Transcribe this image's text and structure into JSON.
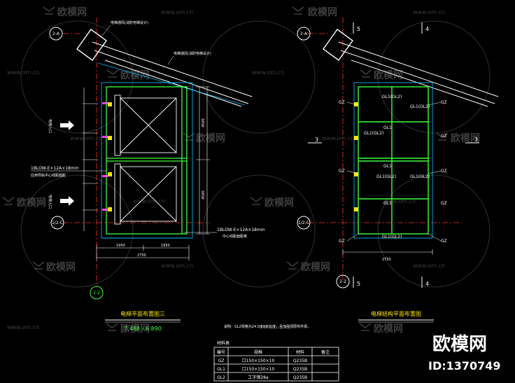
{
  "watermark": {
    "brand": "欧模网",
    "url": "www.om.cn",
    "site_id": "ID:1370749"
  },
  "left_plan": {
    "grid_top": "2-A",
    "grid_mid": "1/2-C",
    "grid_bottom": "2-2",
    "pipe_label_1": "电梯通风(消防电梯设计)",
    "pipe_label_2": "电梯通风(消防电梯设计)",
    "side_note_upper": "电梯入口",
    "side_note_lower": "电梯入口",
    "leader_note_1": "1BLOW-E×12A×18mm",
    "leader_note_1b": "应用导轨中心线距面距",
    "leader_note_2": "1BLOW-E×12A×18mm",
    "leader_note_2b": "中心线距面距离",
    "dim_left": "1950",
    "dim_right": "1950",
    "dim_total": "2750",
    "dim_vert_1": "4500",
    "dim_vert_2": "4500",
    "title": "电梯平面布置图三",
    "scale": "7.488 - 6.890"
  },
  "right_plan": {
    "grid_top": "2-A",
    "grid_mid": "1/2-C",
    "grid_bottom": "2-2",
    "axis_5_top": "5",
    "axis_4_top": "4",
    "axis_5_bottom": "5",
    "axis_4_bottom": "4",
    "axis_3_left": "3",
    "axis_3_right": "3",
    "beam_labels": [
      "GL1(GL2)",
      "GL1(GL2)",
      "GL1(GL2)",
      "GL1",
      "GL1",
      "GL1(GL2)",
      "GL1",
      "GL1(GL2)",
      "GL1(GL2)"
    ],
    "col_labels": [
      "GZ",
      "GZ",
      "GZ",
      "GZ",
      "GZ",
      "GZ",
      "GZ",
      "GZ"
    ],
    "dim_total": "2750",
    "title": "电梯结构平面布置图"
  },
  "notes": {
    "text": "说明：GL2规格为24.0米8米长度，且加强顶层构件梁。"
  },
  "table": {
    "caption": "材料表",
    "headers": [
      "编号",
      "规格",
      "材料",
      "备注"
    ],
    "rows": [
      [
        "GZ",
        "口150×150×10",
        "Q235B",
        ""
      ],
      [
        "GL1",
        "口150×150×10",
        "Q235B",
        ""
      ],
      [
        "GL2",
        "工字钢28a",
        "Q235B",
        ""
      ]
    ]
  }
}
